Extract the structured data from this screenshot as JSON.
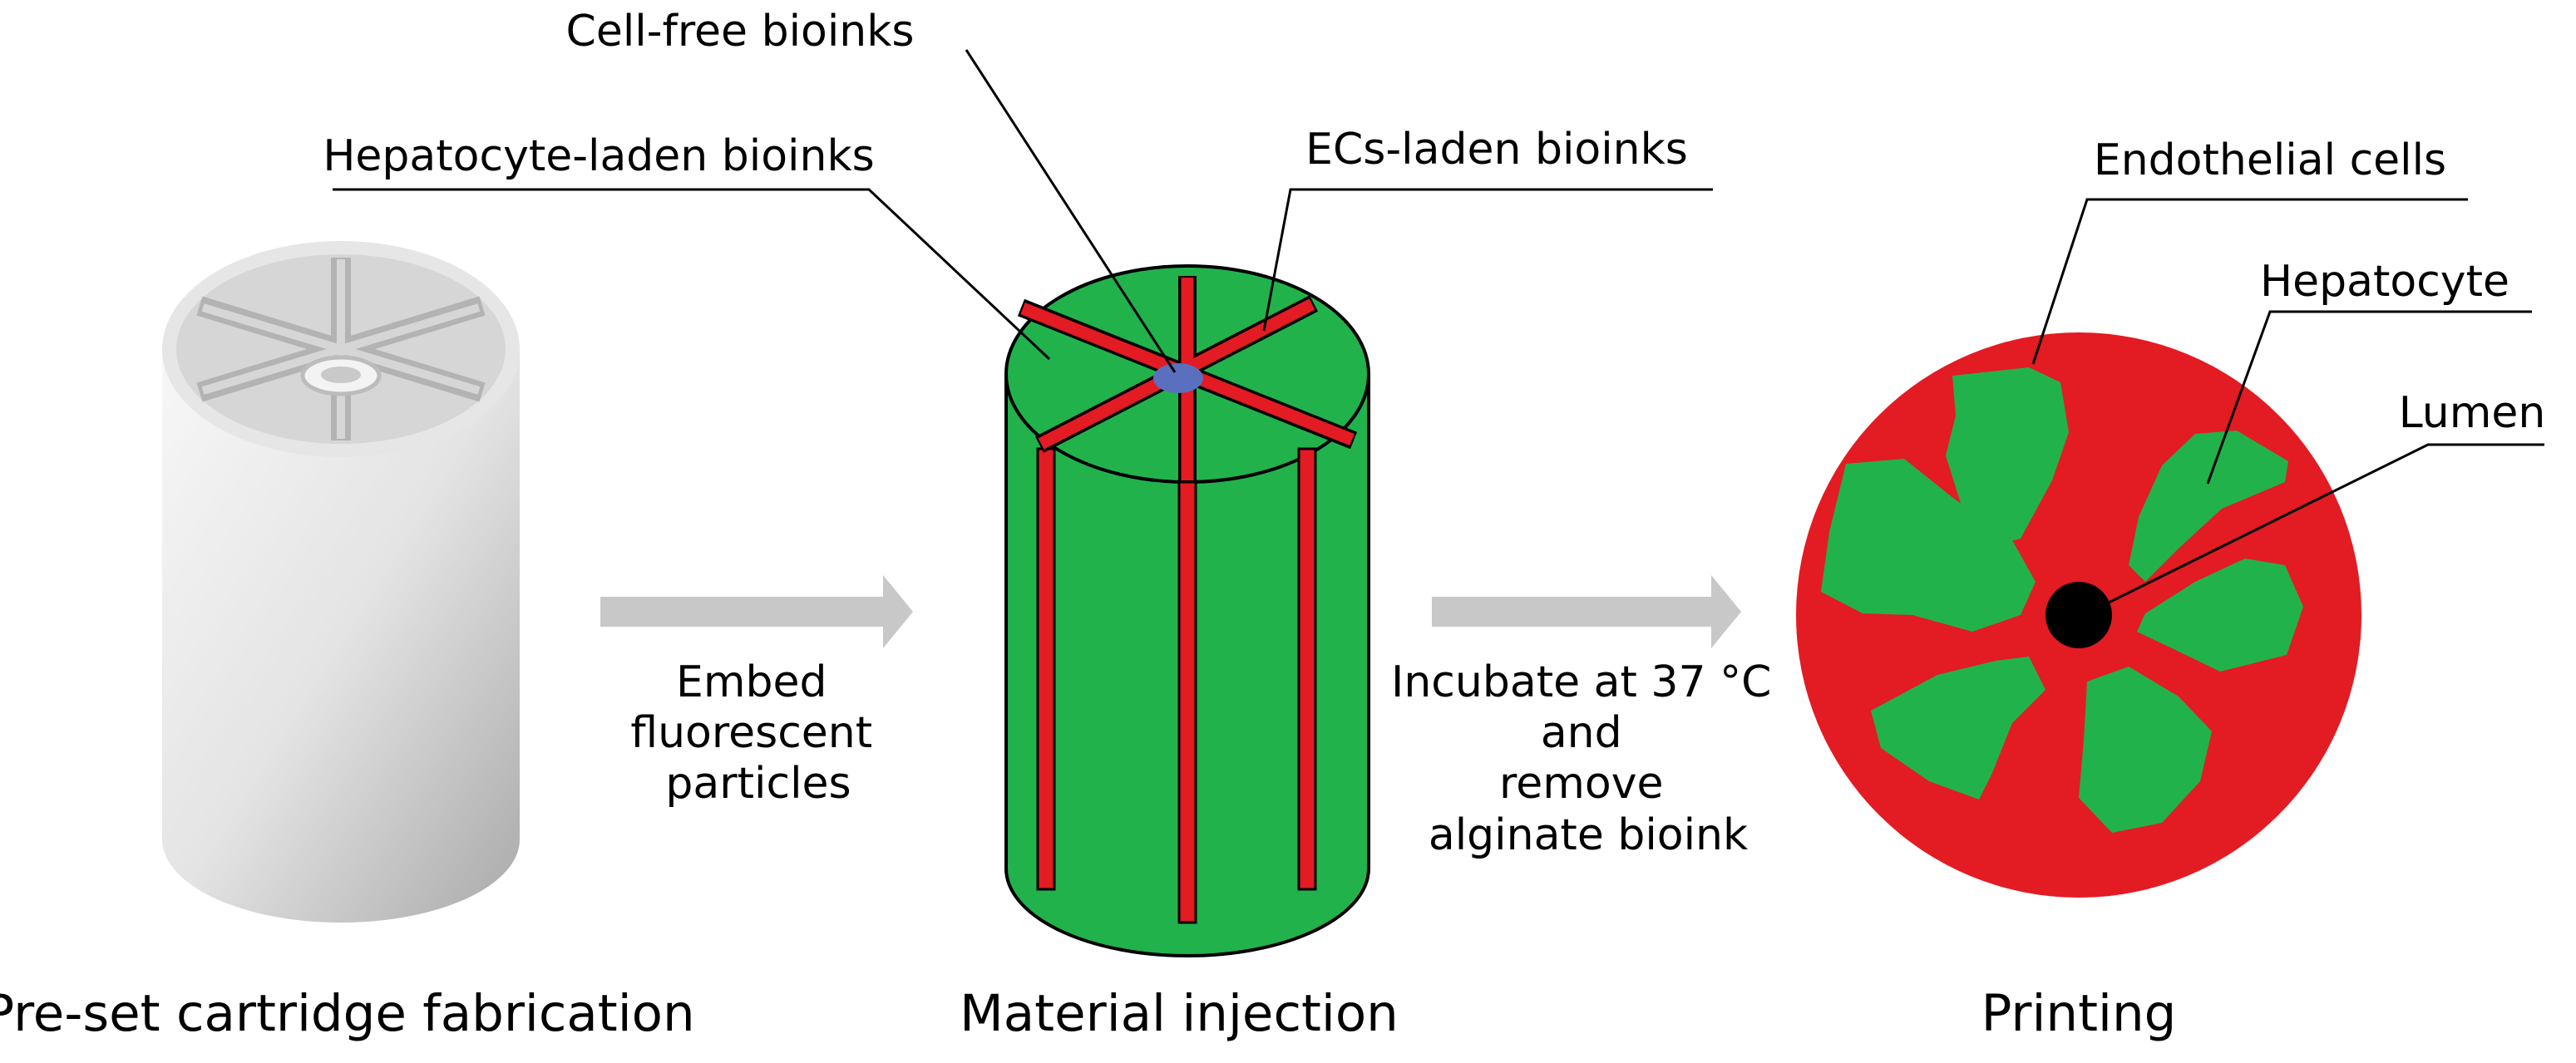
{
  "labels": {
    "cell_free": "Cell-free bioinks",
    "hepatocyte_laden": "Hepatocyte-laden bioinks",
    "ecs_laden": "ECs-laden bioinks",
    "endothelial": "Endothelial cells",
    "hepatocyte": "Hepatocyte",
    "lumen": "Lumen"
  },
  "arrows": {
    "first": [
      "Embed",
      "fluorescent",
      "particles"
    ],
    "second": [
      "Incubate at 37 °C",
      "and",
      "remove",
      "alginate bioink"
    ]
  },
  "captions": {
    "cartridge": "Pre-set cartridge fabrication",
    "injection": "Material injection",
    "printing": "Printing"
  },
  "colors": {
    "green": "#22B24C",
    "red": "#E31B23",
    "gray_arrow": "#C8C8C8",
    "lumen_black": "#000000",
    "center_blue": "#5B6FBF"
  }
}
